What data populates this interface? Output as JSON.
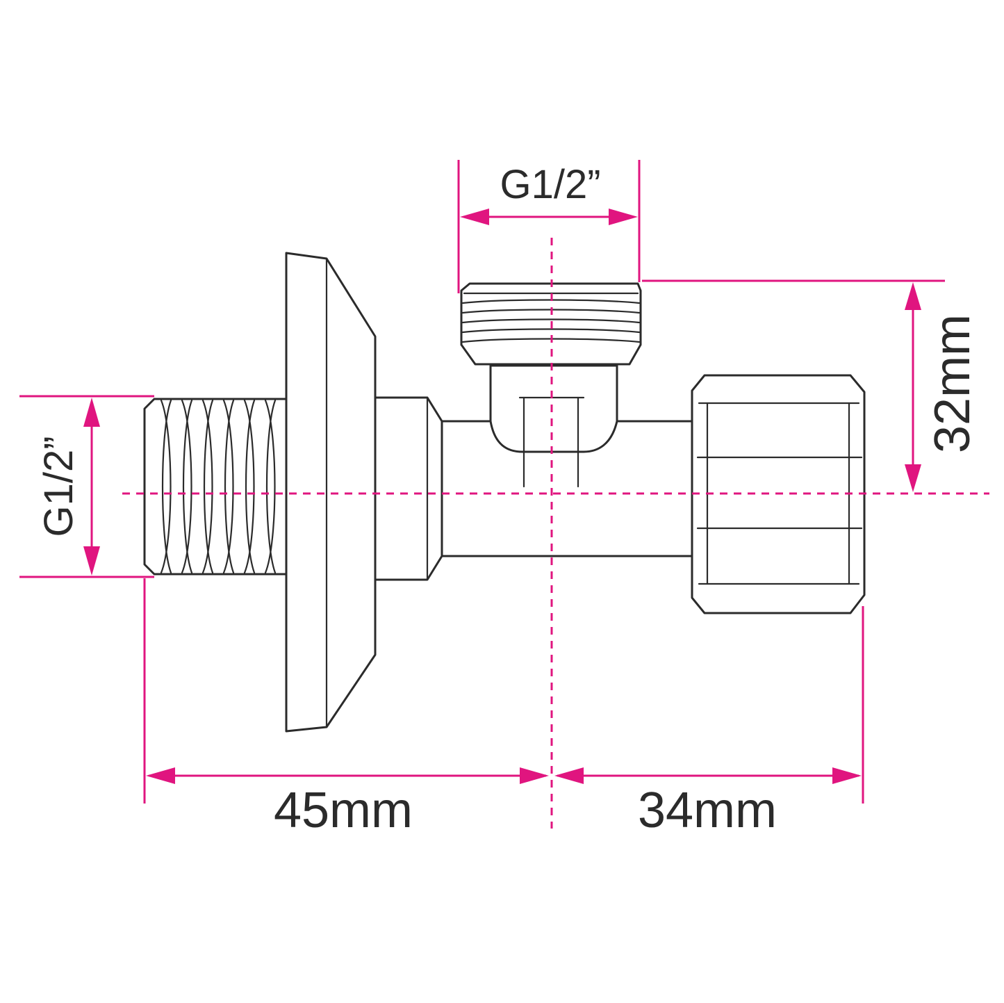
{
  "labels": {
    "top_thread": "G1/2”",
    "left_thread": "G1/2”",
    "height": "32mm",
    "left_length": "45mm",
    "right_length": "34mm"
  },
  "colors": {
    "dimension": "#e0157f",
    "outline": "#2b2b2b",
    "background": "#ffffff"
  }
}
